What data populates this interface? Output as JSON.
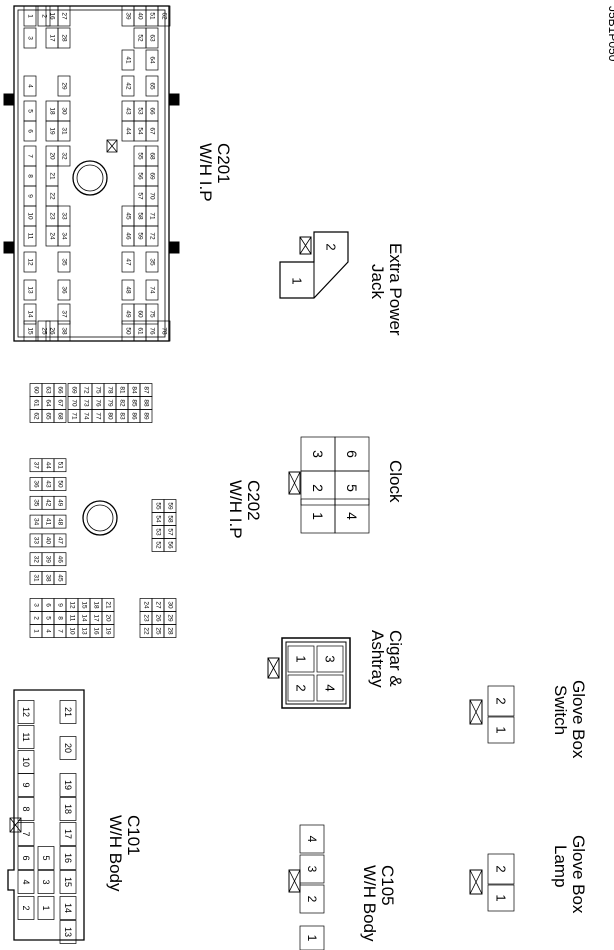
{
  "figure_code": "J5B1P050",
  "connectors": {
    "c201": {
      "name": "C201",
      "sub": "W/H I.P",
      "pins": [
        "1",
        "2",
        "3",
        "4",
        "5",
        "6",
        "7",
        "8",
        "9",
        "10",
        "11",
        "12",
        "13",
        "14",
        "15",
        "16",
        "17",
        "18",
        "19",
        "20",
        "21",
        "22",
        "23",
        "24",
        "25",
        "26",
        "27",
        "28",
        "29",
        "30",
        "31",
        "32",
        "33",
        "34",
        "35",
        "36",
        "37",
        "38",
        "39",
        "40",
        "41",
        "42",
        "43",
        "44",
        "45",
        "46",
        "47",
        "48",
        "49",
        "50",
        "51",
        "52",
        "53",
        "54",
        "55",
        "56",
        "57",
        "58",
        "59",
        "60",
        "61",
        "62",
        "63",
        "64",
        "65",
        "66",
        "67",
        "68",
        "69",
        "70",
        "71",
        "72",
        "73",
        "74",
        "75",
        "76",
        "77",
        "78"
      ]
    },
    "c202": {
      "name": "C202",
      "sub": "W/H I.P",
      "pins": [
        "1",
        "2",
        "3",
        "4",
        "5",
        "6",
        "7",
        "8",
        "9",
        "10",
        "11",
        "12",
        "13",
        "14",
        "15",
        "16",
        "17",
        "18",
        "19",
        "20",
        "21",
        "22",
        "23",
        "24",
        "25",
        "26",
        "27",
        "28",
        "29",
        "30",
        "31",
        "32",
        "33",
        "34",
        "35",
        "36",
        "37",
        "38",
        "39",
        "40",
        "41",
        "42",
        "43",
        "44",
        "45",
        "46",
        "47",
        "48",
        "49",
        "50",
        "51",
        "52",
        "53",
        "54",
        "55",
        "56",
        "57",
        "58",
        "59",
        "60",
        "61",
        "62",
        "63",
        "64",
        "65",
        "66",
        "67",
        "68",
        "69",
        "70",
        "71",
        "72",
        "73",
        "74",
        "75",
        "76",
        "77",
        "78",
        "79",
        "80",
        "81",
        "82",
        "83",
        "84",
        "85",
        "86",
        "87",
        "88",
        "89"
      ]
    },
    "c101": {
      "name": "C101",
      "sub": "W/H Body",
      "pins": [
        "1",
        "2",
        "3",
        "4",
        "5",
        "6",
        "7",
        "8",
        "9",
        "10",
        "11",
        "12",
        "13",
        "14",
        "15",
        "16",
        "17",
        "18",
        "19",
        "20",
        "21"
      ]
    },
    "c105": {
      "name": "C105",
      "sub": "W/H Body",
      "pins": [
        "1",
        "2",
        "3",
        "4"
      ]
    },
    "extra_power": {
      "line1": "Extra Power",
      "line2": "Jack",
      "pins": [
        "1",
        "2"
      ]
    },
    "clock": {
      "name": "Clock",
      "pins": [
        "1",
        "2",
        "3",
        "4",
        "5",
        "6"
      ]
    },
    "cigar": {
      "line1": "Cigar &",
      "line2": "Ashtray",
      "pins": [
        "1",
        "2",
        "3",
        "4"
      ]
    },
    "glove_switch": {
      "line1": "Glove Box",
      "line2": "Switch",
      "pins": [
        "1",
        "2"
      ]
    },
    "glove_lamp": {
      "line1": "Glove Box",
      "line2": "Lamp",
      "pins": [
        "1",
        "2"
      ]
    }
  }
}
